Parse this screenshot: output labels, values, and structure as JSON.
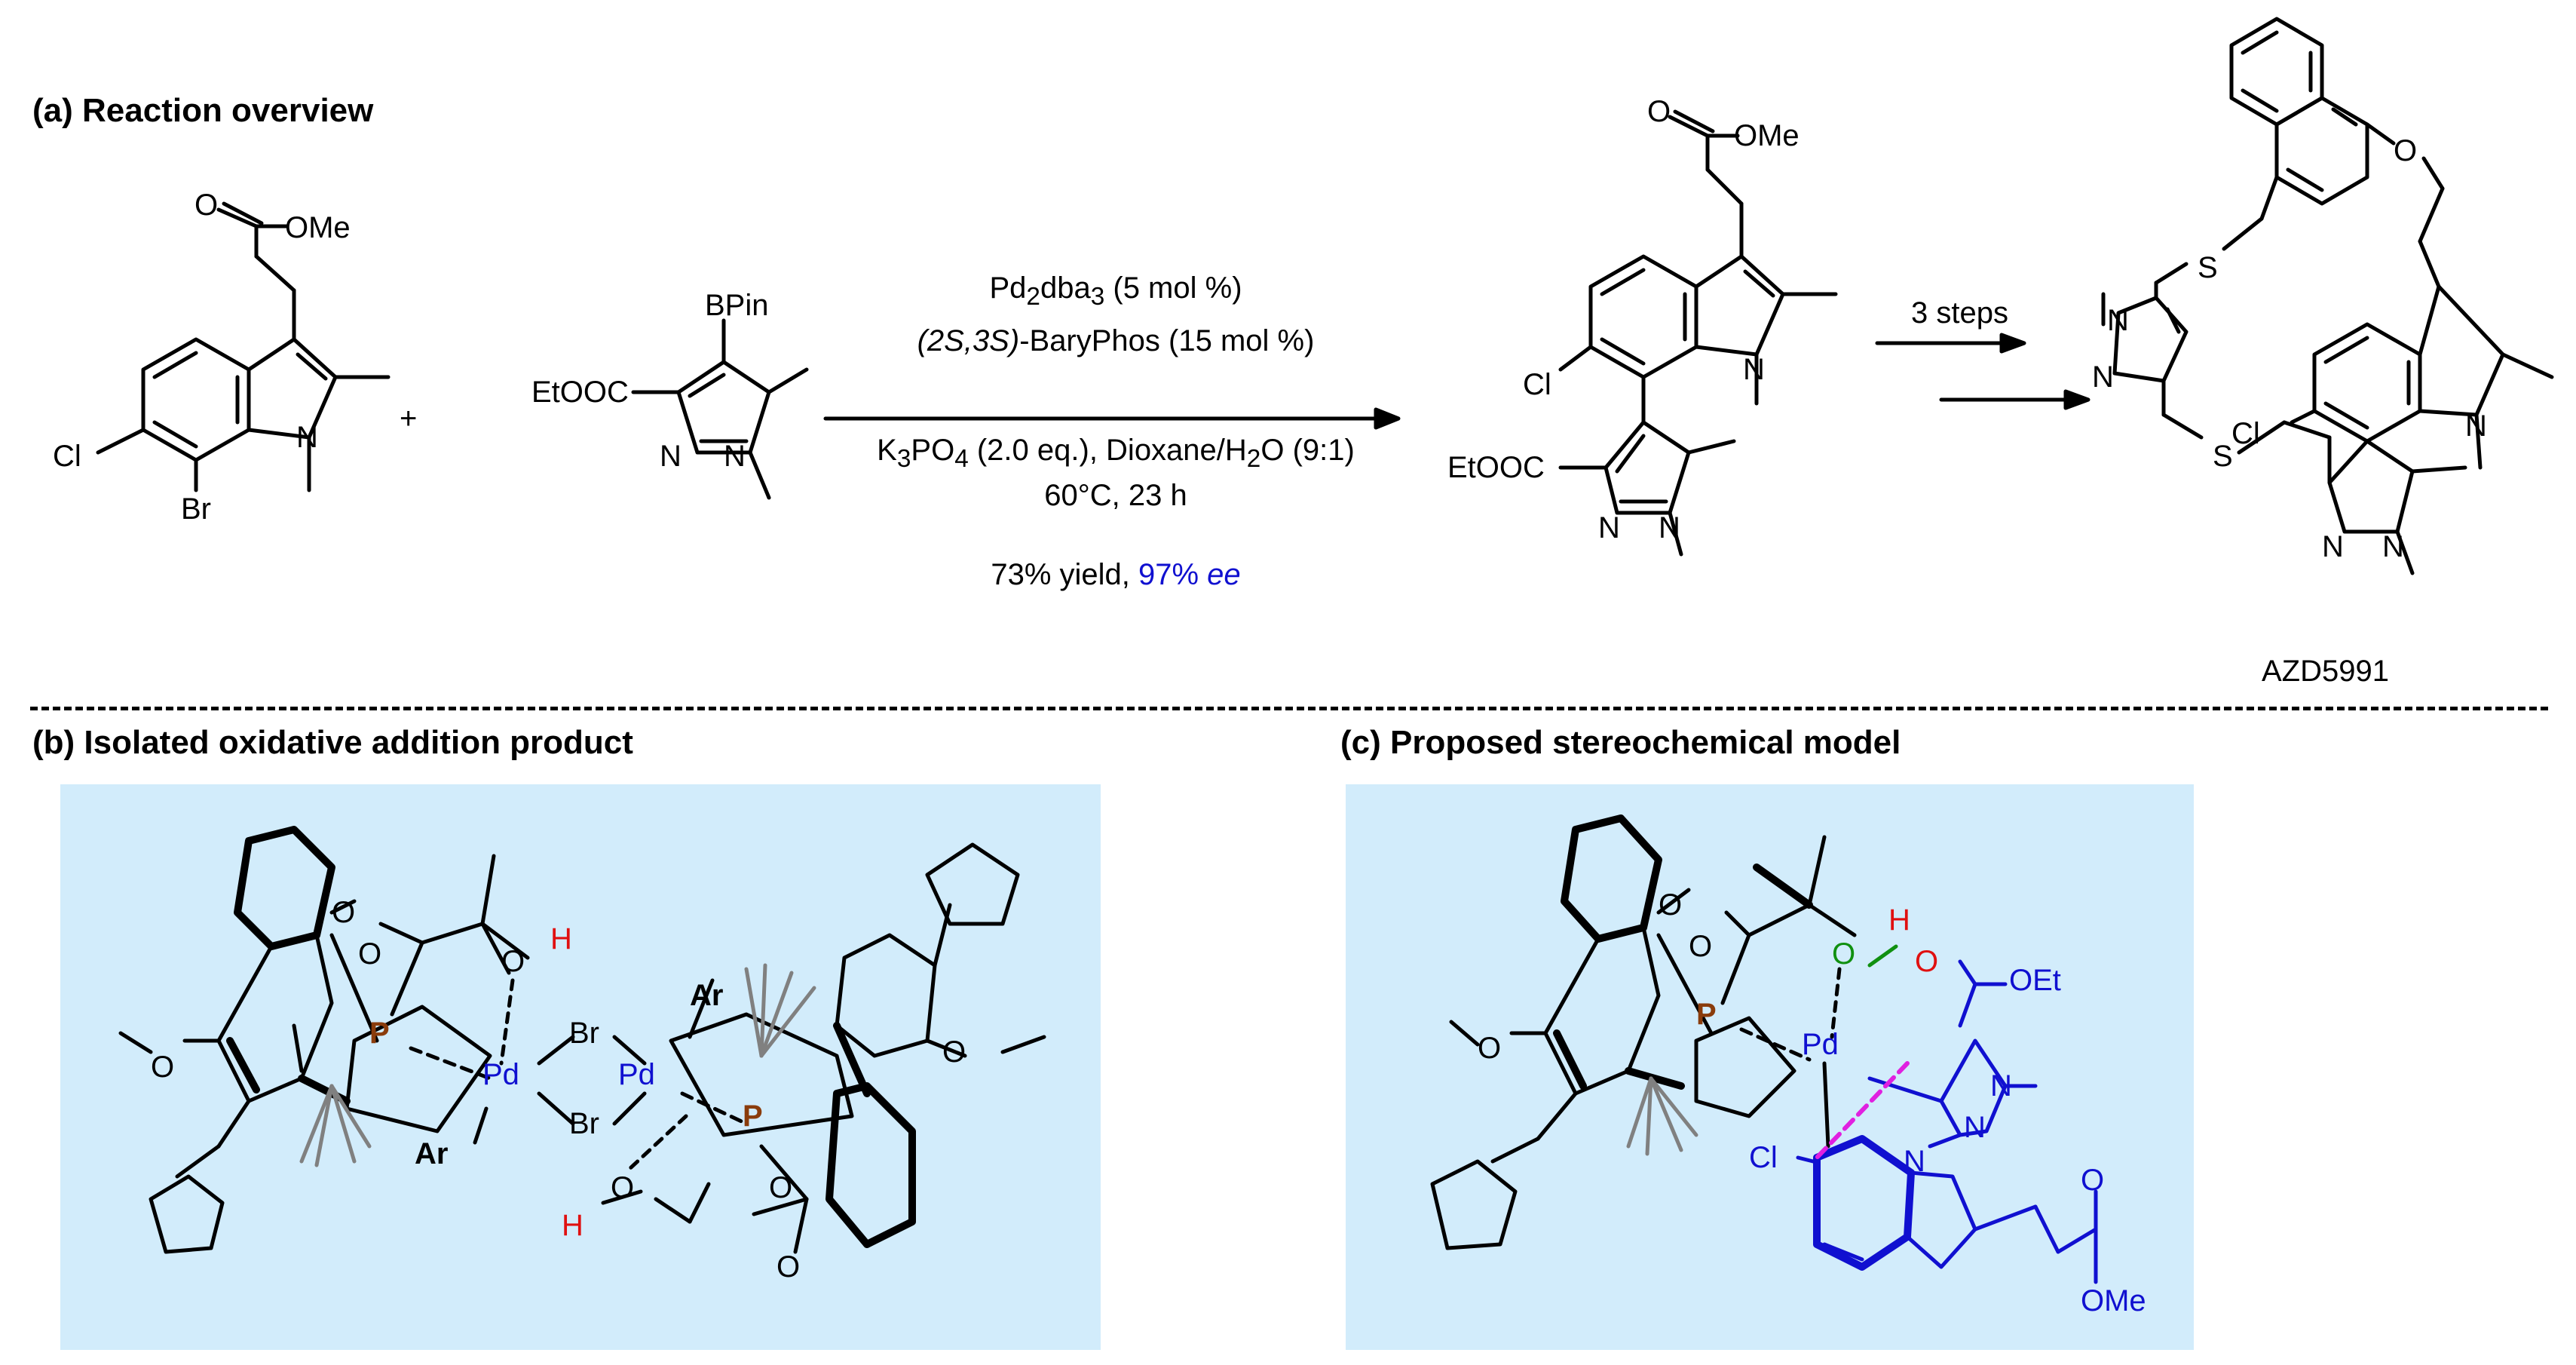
{
  "headings": {
    "a": "(a) Reaction overview",
    "b": "(b) Isolated oxidative addition product",
    "c": "(c) Proposed stereochemical model"
  },
  "conditions": {
    "catalyst_prefix": "Pd",
    "catalyst_sub1": "2",
    "catalyst_mid": "dba",
    "catalyst_sub2": "3",
    "catalyst_loading": " (5 mol %)",
    "ligand_stereo": "(2S,3S)",
    "ligand_name": "-BaryPhos (15 mol %)",
    "base_prefix": "K",
    "base_sub": "3",
    "base_rest": "PO",
    "base_sub2": "4",
    "base_tail": " (2.0 eq.), Dioxane/H",
    "solvent_sub": "2",
    "solvent_tail": "O (9:1)",
    "temp_time": "60°C, 23 h",
    "yield_text": "73% yield, ",
    "ee_value": "97% ",
    "ee_label": "ee"
  },
  "steps_label": "3 steps",
  "product_name": "AZD5991",
  "labels": {
    "ome": "OMe",
    "o": "O",
    "cl": "Cl",
    "br": "Br",
    "n": "N",
    "bpin": "BPin",
    "etooc": "EtOOC",
    "s": "S",
    "plus": "+",
    "p": "P",
    "pd": "Pd",
    "ar": "Ar",
    "h": "H",
    "oet": "OEt"
  },
  "colors": {
    "panel_bg": "#d2ecfb",
    "highlight_blue": "#1010d0",
    "hydroxyl_red": "#e01010",
    "phosphorus_brown": "#8a3c0c",
    "interaction_magenta": "#e020e0",
    "hbond_green": "#109010",
    "tbu_gray": "#808080"
  }
}
